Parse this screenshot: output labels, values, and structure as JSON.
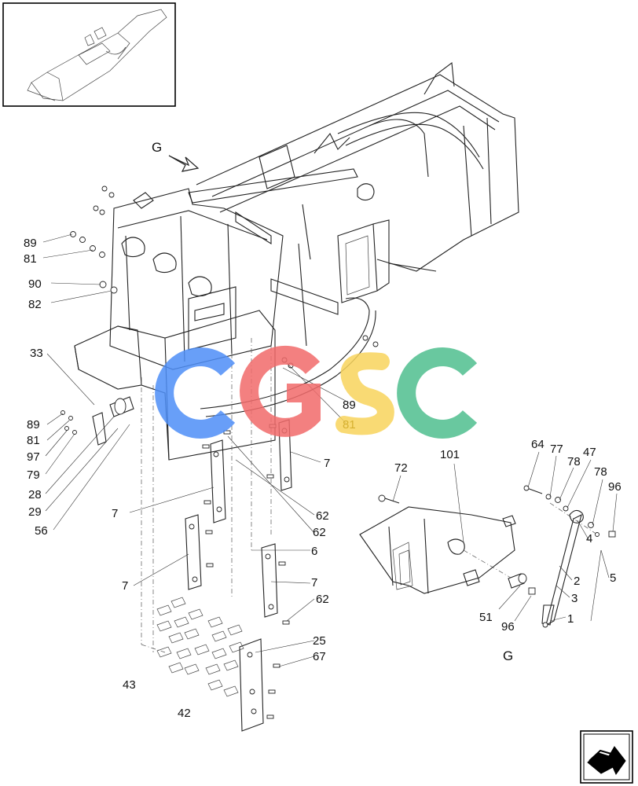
{
  "diagram": {
    "view_label": "G",
    "detail_view_label": "G",
    "callouts": {
      "c89a": "89",
      "c81a": "81",
      "c90": "90",
      "c82": "82",
      "c33": "33",
      "c89b": "89",
      "c81b": "81",
      "c97": "97",
      "c79": "79",
      "c28": "28",
      "c29": "29",
      "c56": "56",
      "c7a": "7",
      "c7b": "7",
      "c7c": "7",
      "c7d": "7",
      "c62a": "62",
      "c62b": "62",
      "c62c": "62",
      "c6": "6",
      "c25": "25",
      "c67": "67",
      "c43": "43",
      "c42": "42",
      "c72": "72",
      "c101": "101",
      "c64": "64",
      "c77": "77",
      "c78a": "78",
      "c47": "47",
      "c78b": "78",
      "c96a": "96",
      "c4": "4",
      "c5": "5",
      "c2": "2",
      "c3": "3",
      "c1": "1",
      "c51": "51",
      "c96b": "96",
      "c89c": "89",
      "c81c": "81"
    },
    "watermark": {
      "text": "CGSC",
      "colors": {
        "c1": "#4e8ef7",
        "g": "#f26b6b",
        "s": "#f8d45c",
        "c2": "#4fbf8f"
      }
    },
    "icons": {
      "thumbnail": "machine-overview-thumbnail",
      "nav": "next-page-arrow-icon"
    }
  }
}
